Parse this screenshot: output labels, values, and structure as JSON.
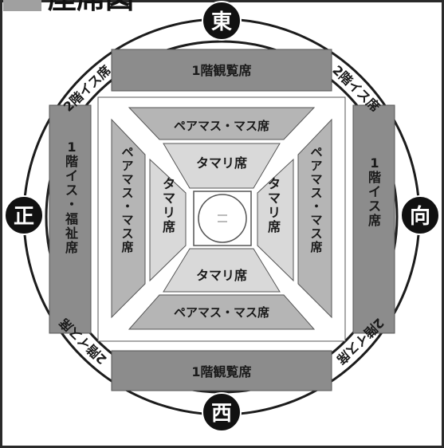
{
  "title": "座席図",
  "directions": {
    "east": "東",
    "west": "西",
    "front": "正",
    "opposite": "向"
  },
  "sections": {
    "first_floor_viewing_north": "1階観覧席",
    "first_floor_viewing_south": "1階観覧席",
    "first_floor_chair_west": "1階イス・福祉席",
    "first_floor_chair_east": "1階イス席",
    "second_floor_chair_ne": "2階イス席",
    "second_floor_chair_nw": "2階イス席",
    "second_floor_chair_se": "2階イス席",
    "second_floor_chair_sw": "2階イス席",
    "pair_masu_north": "ペアマス・マス席",
    "pair_masu_south": "ペアマス・マス席",
    "pair_masu_west": "ペアマス・マス席",
    "pair_masu_east": "ペアマス・マス席",
    "tamari_north": "タマリ席",
    "tamari_south": "タマリ席",
    "tamari_west": "タマリ席",
    "tamari_east": "タマリ席"
  },
  "colors": {
    "ring": "#1c1c1c",
    "dark_section": "#8c8c8c",
    "mid_section": "#b5b5b5",
    "light_section": "#d9d9d9",
    "ring_label": "#111111",
    "badge": "#111111"
  }
}
